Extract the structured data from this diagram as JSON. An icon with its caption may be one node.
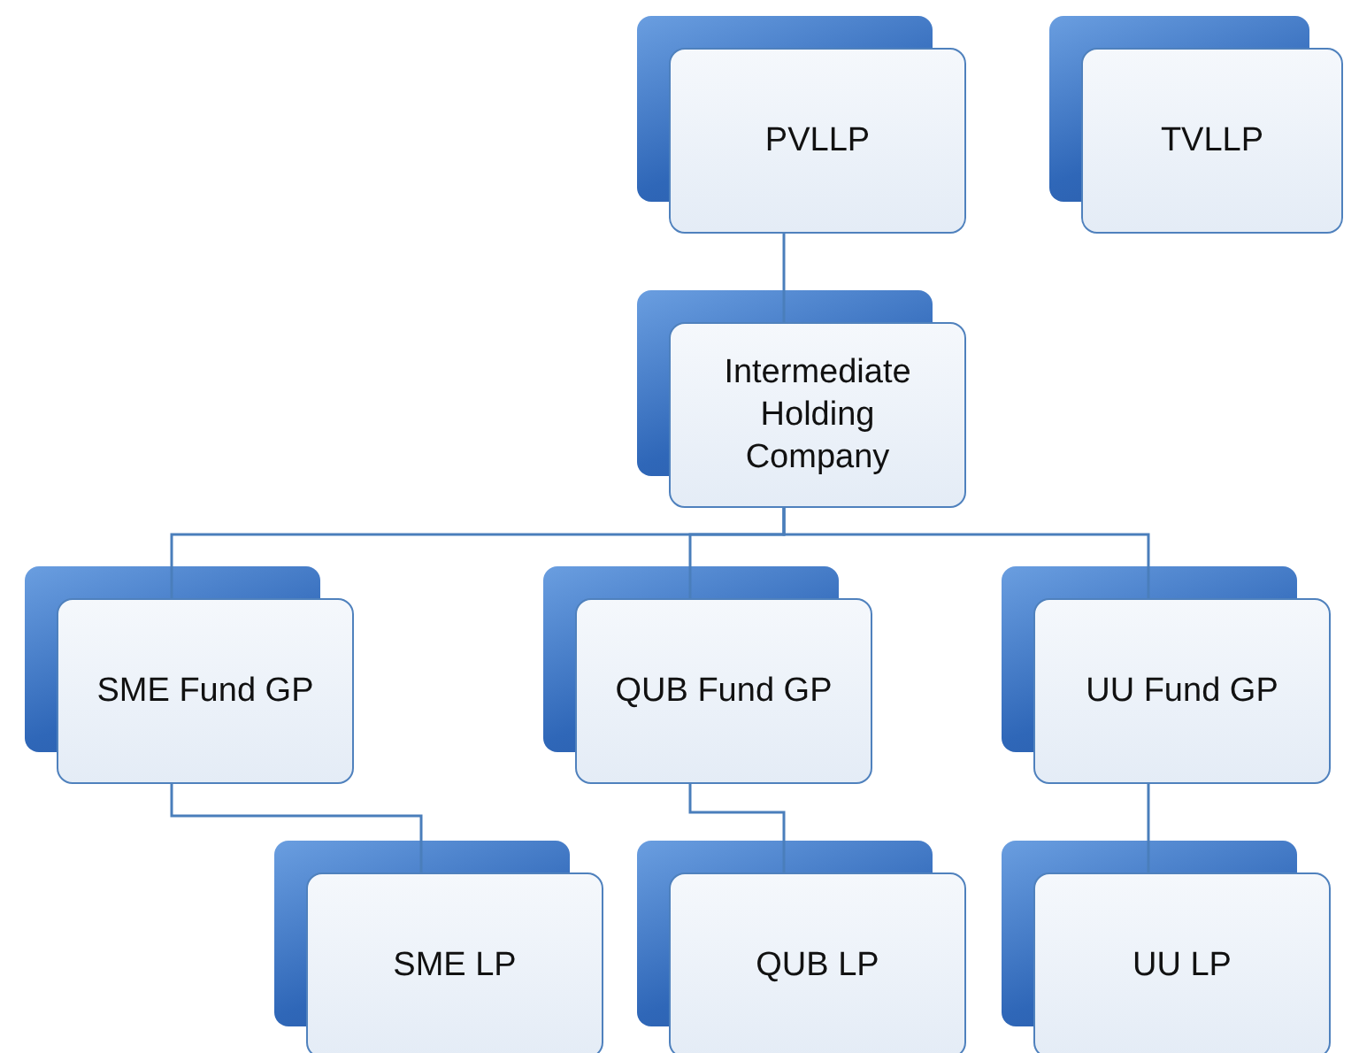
{
  "diagram": {
    "nodes": [
      {
        "text": [
          "PVLLP"
        ]
      },
      {
        "text": [
          "TVLLP"
        ]
      },
      {
        "text": [
          "Intermediate Holding Company"
        ]
      },
      {
        "text": [
          "SME Fund GP"
        ]
      },
      {
        "text": [
          "QUB Fund GP"
        ]
      },
      {
        "text": [
          "UU Fund GP"
        ]
      },
      {
        "text": [
          "SME LP"
        ]
      },
      {
        "text": [
          "QUB LP"
        ]
      },
      {
        "text": [
          "UU LP"
        ]
      }
    ],
    "edges": [
      {
        "from": 0,
        "to": 2,
        "arrow": "none"
      },
      {
        "from": 2,
        "to": 3,
        "arrow": "none"
      },
      {
        "from": 2,
        "to": 4,
        "arrow": "none"
      },
      {
        "from": 2,
        "to": 5,
        "arrow": "none"
      },
      {
        "from": 3,
        "to": 6,
        "arrow": "none"
      },
      {
        "from": 4,
        "to": 7,
        "arrow": "none"
      },
      {
        "from": 5,
        "to": 8,
        "arrow": "none"
      }
    ]
  }
}
